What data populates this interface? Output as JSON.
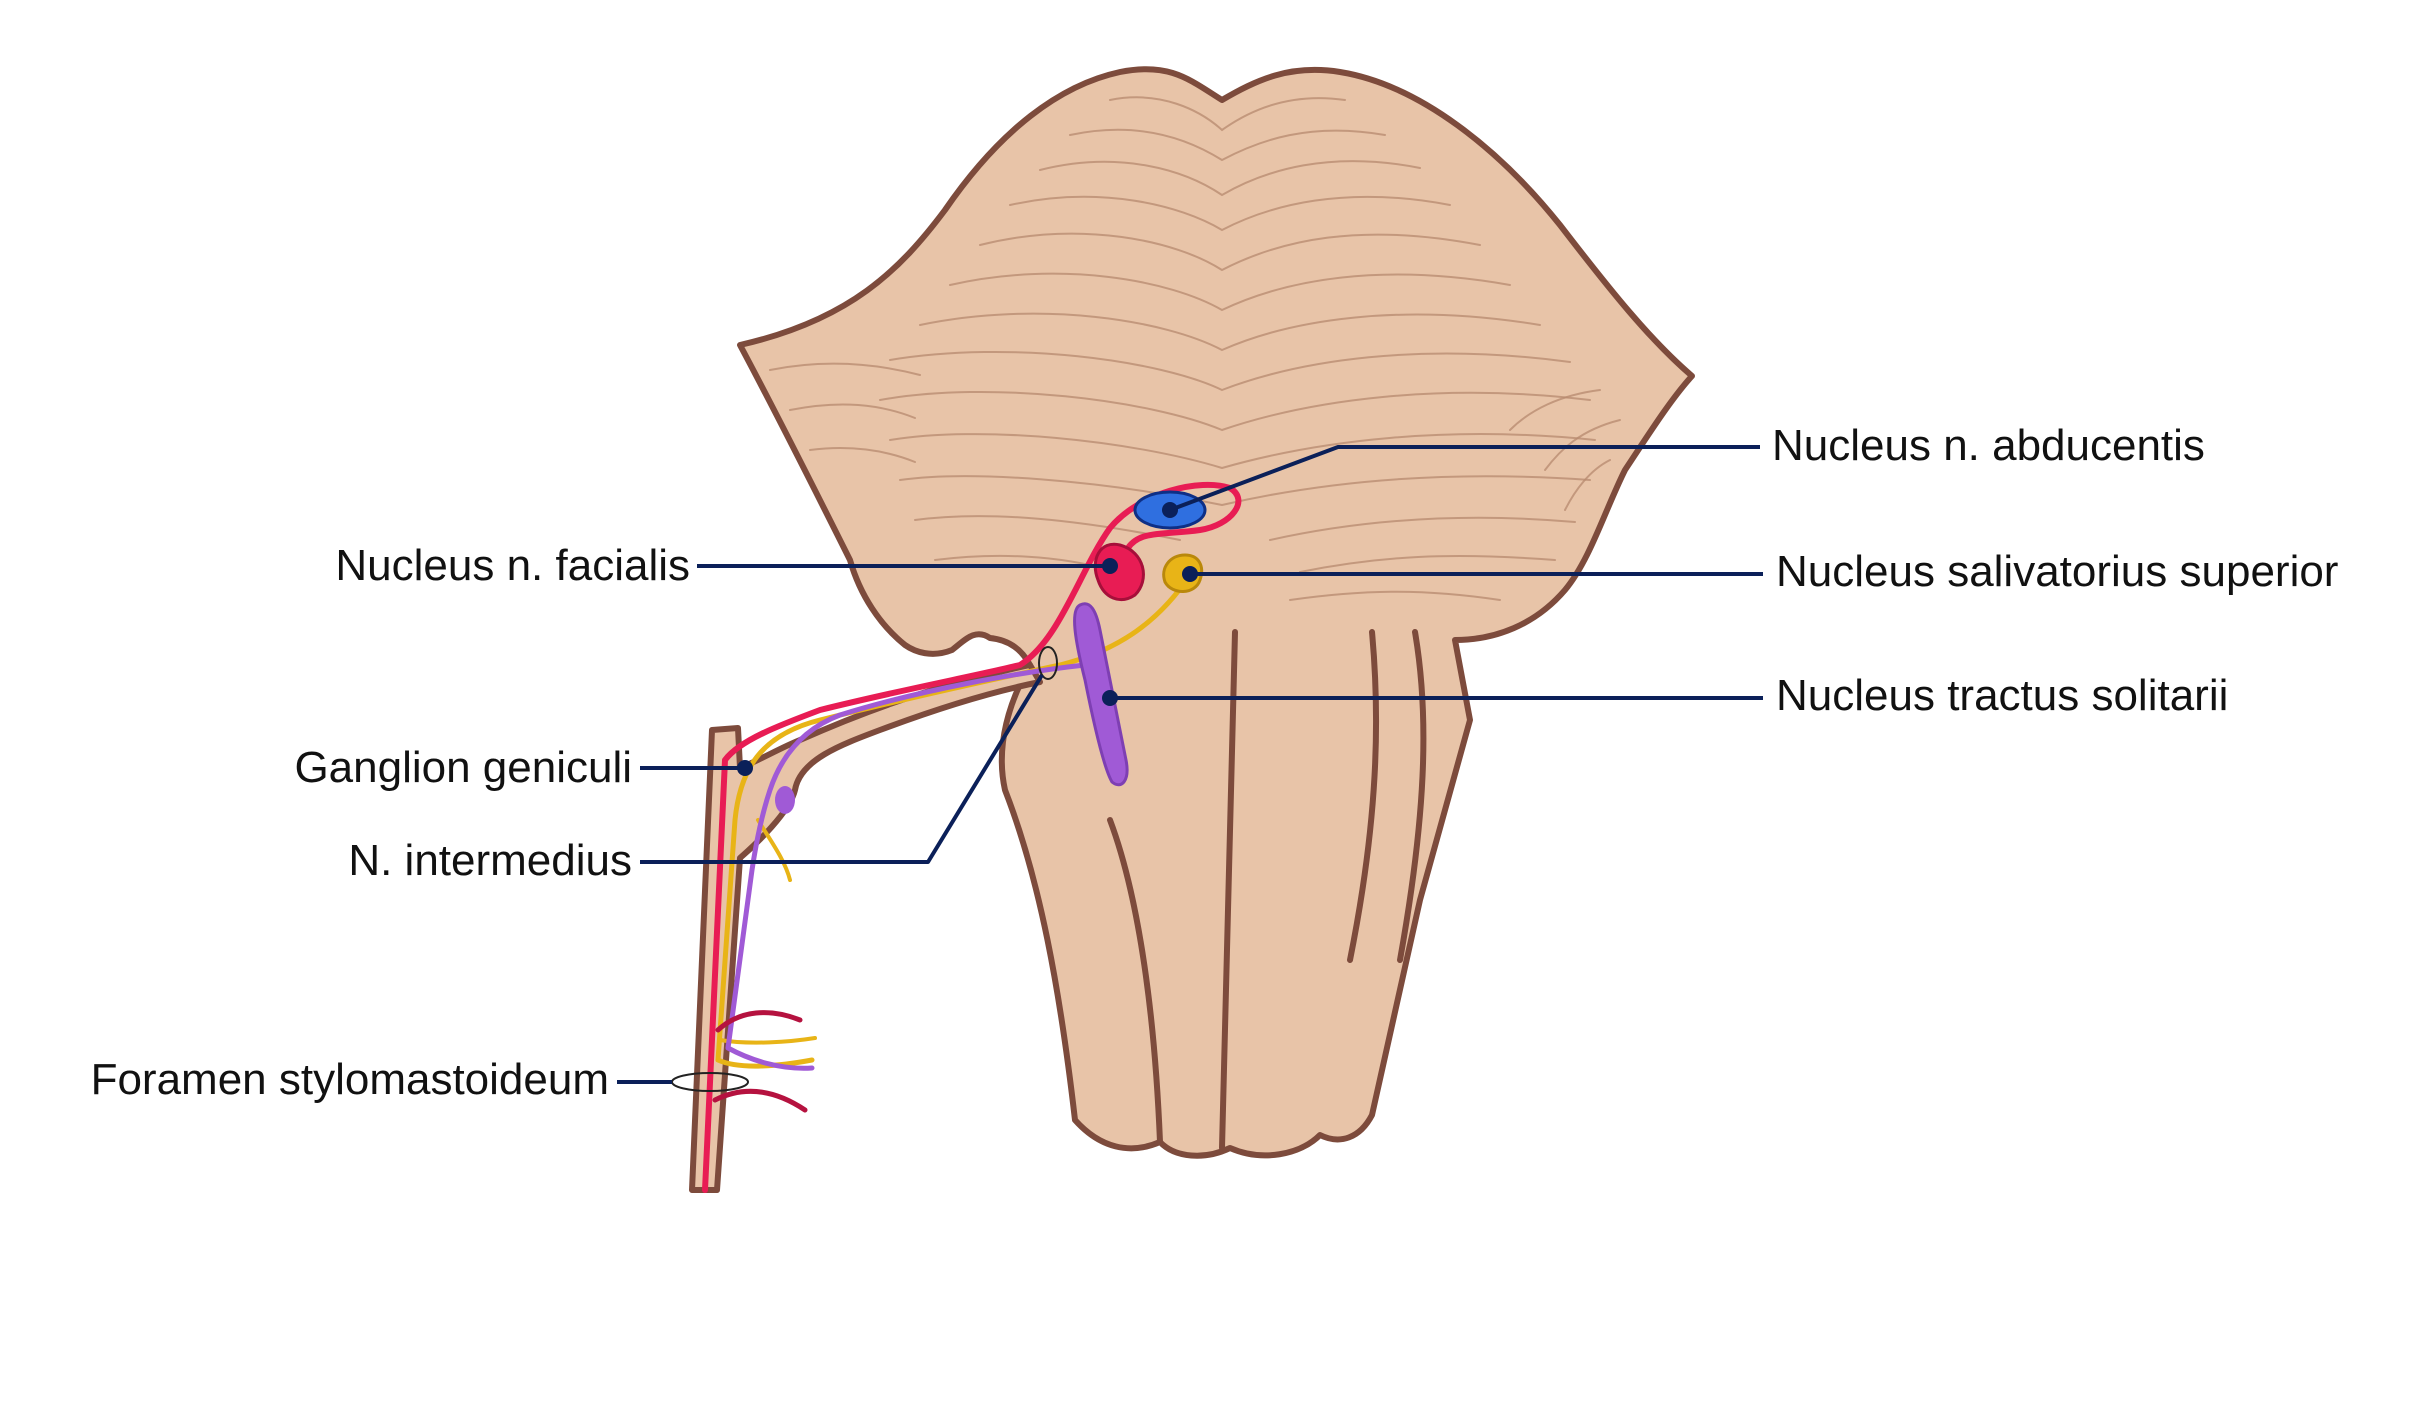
{
  "colors": {
    "tissue": "#e8c4a8",
    "outline": "#7d4b3c",
    "fiber_lines": "#b7896f",
    "leader": "#0b2059",
    "facial_motor": "#e81c54",
    "abducens": "#2f6fe0",
    "salivatory": "#e8b417",
    "solitary": "#a05ad6"
  },
  "labels": {
    "abducens": "Nucleus n. abducentis",
    "facial": "Nucleus n. facialis",
    "salivatory": "Nucleus salivatorius superior",
    "solitary": "Nucleus tractus solitarii",
    "geniculate": "Ganglion geniculi",
    "intermedius": "N. intermedius",
    "stylomastoid": "Foramen stylomastoideum"
  }
}
